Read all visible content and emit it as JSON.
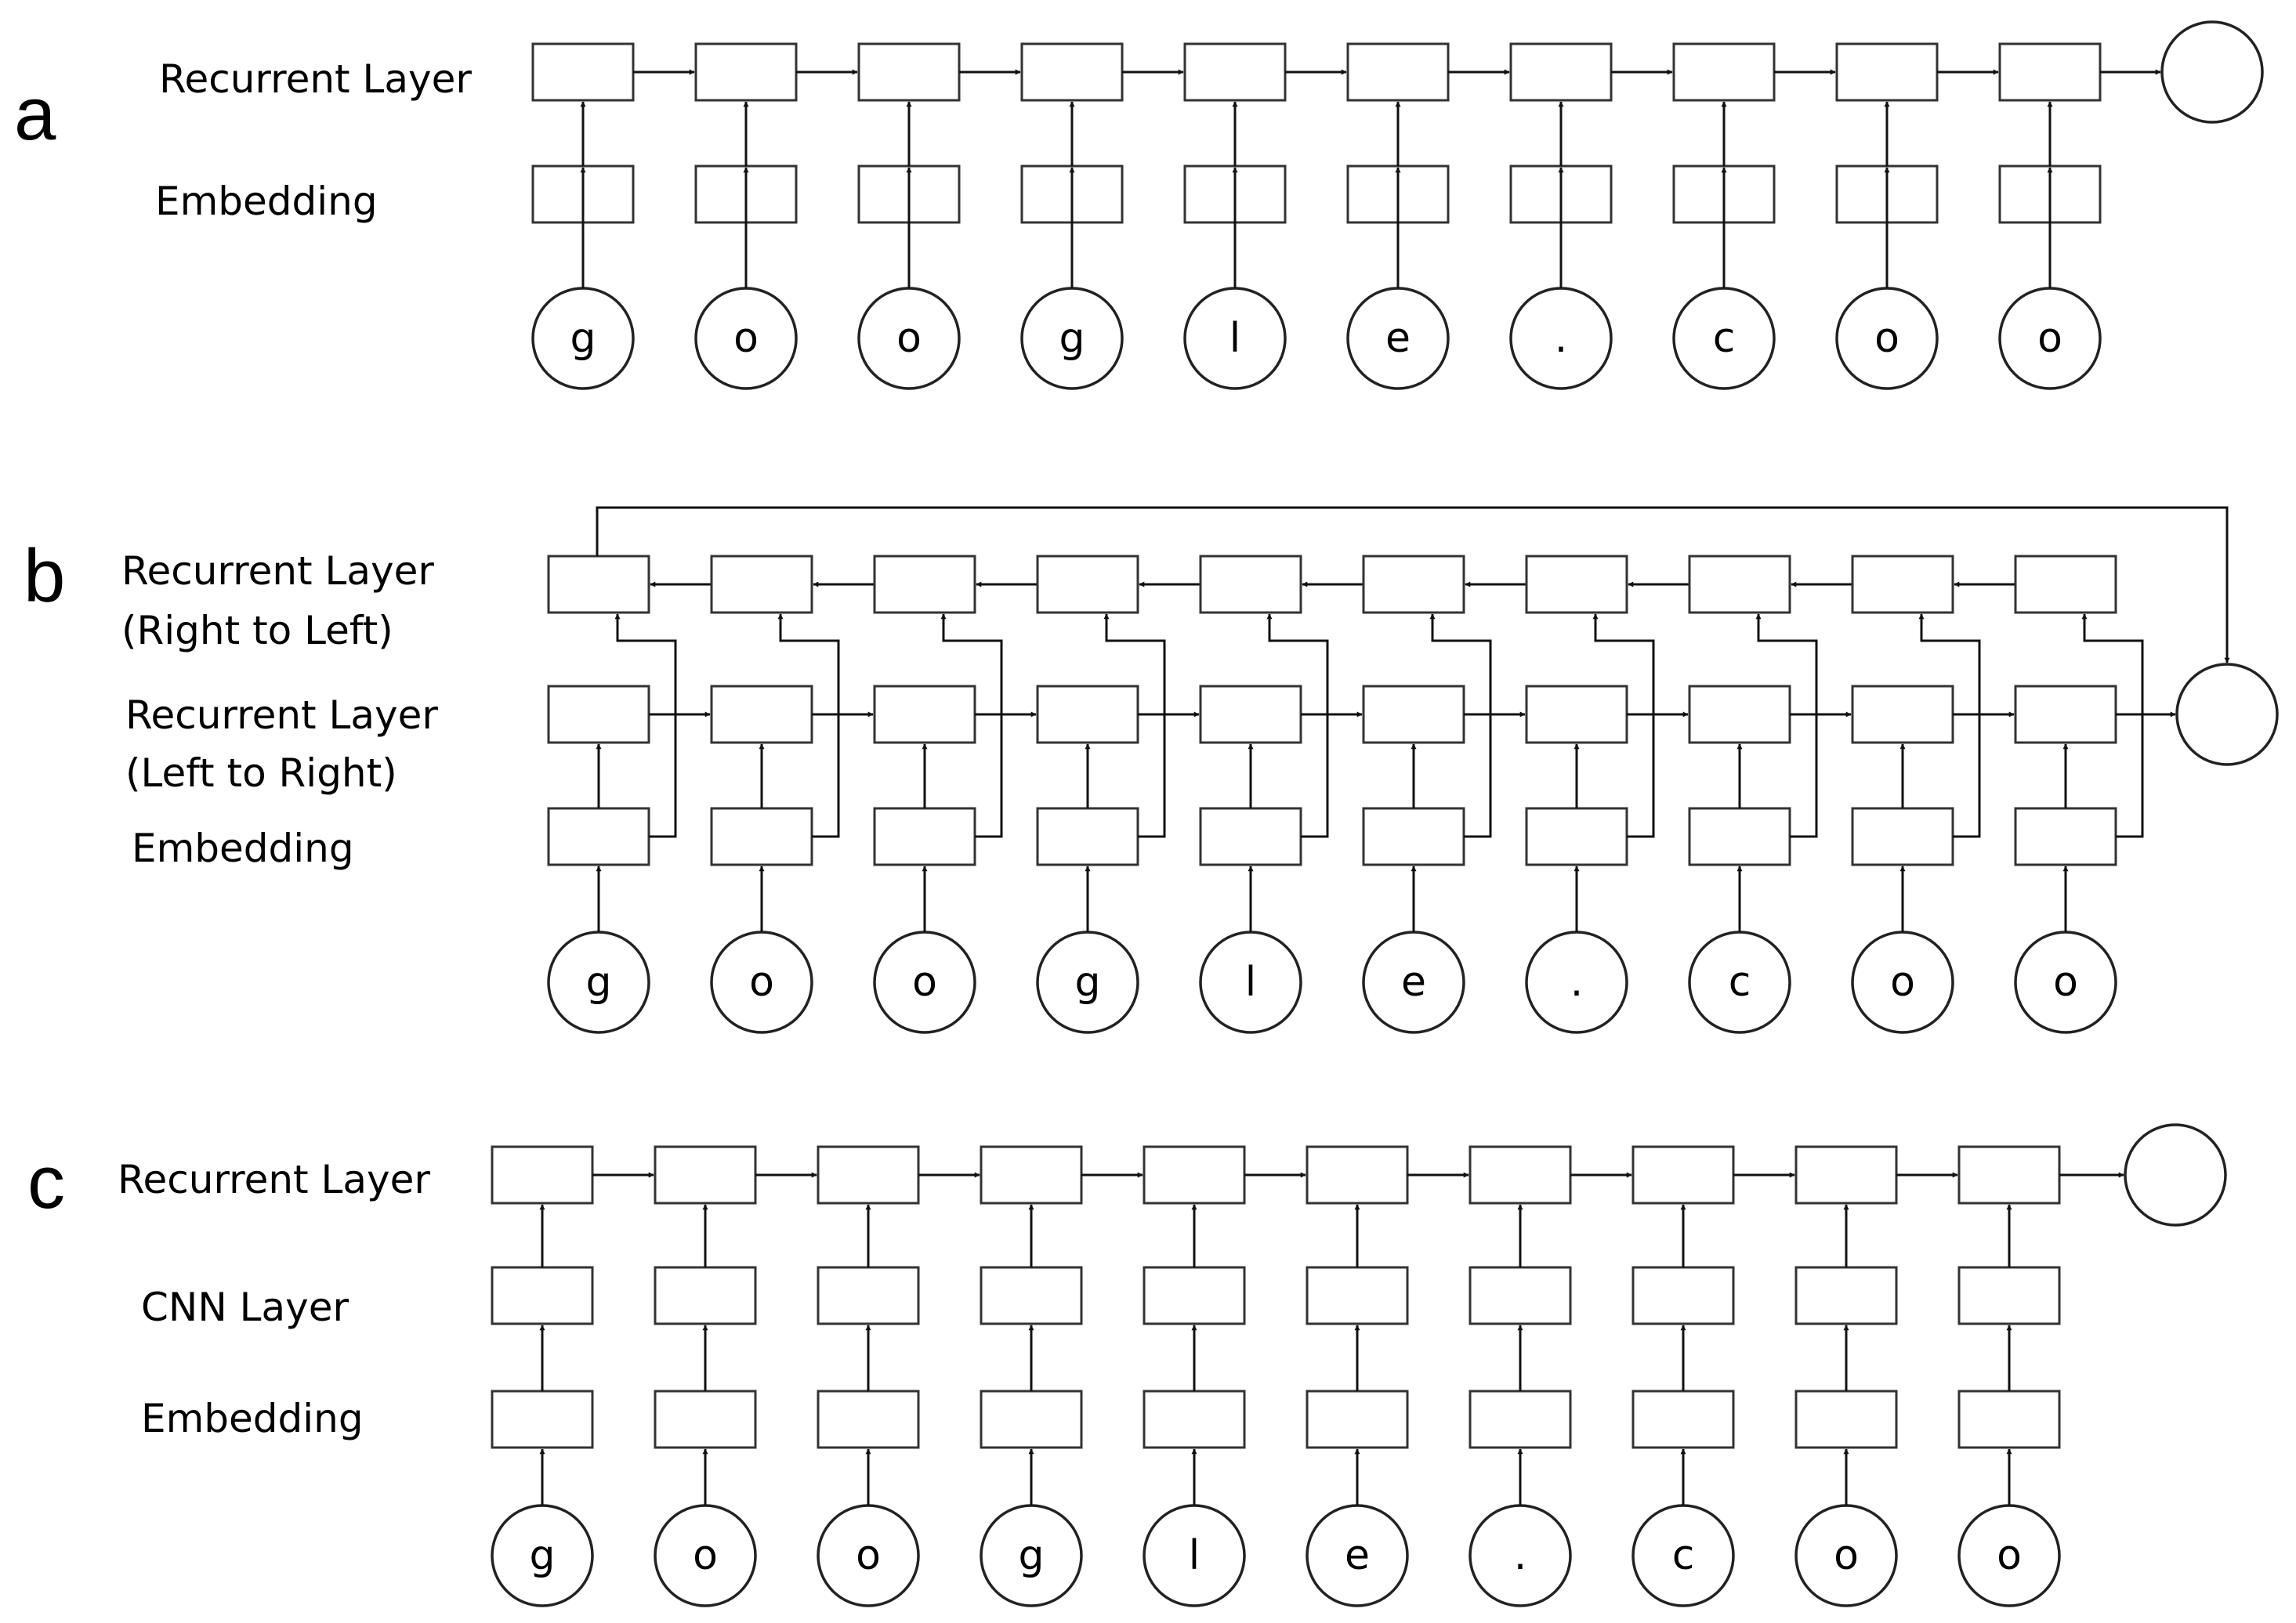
{
  "panels": [
    {
      "letter": "a",
      "row_labels": [
        "Recurrent Layer",
        "Embedding"
      ],
      "characters": [
        "g",
        "o",
        "o",
        "g",
        "l",
        "e",
        ".",
        "c",
        "o",
        "o"
      ]
    },
    {
      "letter": "b",
      "row_labels": [
        "Recurrent Layer",
        "(Right to Left)",
        "Recurrent Layer",
        "(Left to Right)",
        "Embedding"
      ],
      "characters": [
        "g",
        "o",
        "o",
        "g",
        "l",
        "e",
        ".",
        "c",
        "o",
        "o"
      ]
    },
    {
      "letter": "c",
      "row_labels": [
        "Recurrent Layer",
        "CNN Layer",
        "Embedding"
      ],
      "characters": [
        "g",
        "o",
        "o",
        "g",
        "l",
        "e",
        ".",
        "c",
        "o",
        "o"
      ]
    }
  ],
  "colors": {
    "stroke": "#111111",
    "background": "#ffffff"
  }
}
